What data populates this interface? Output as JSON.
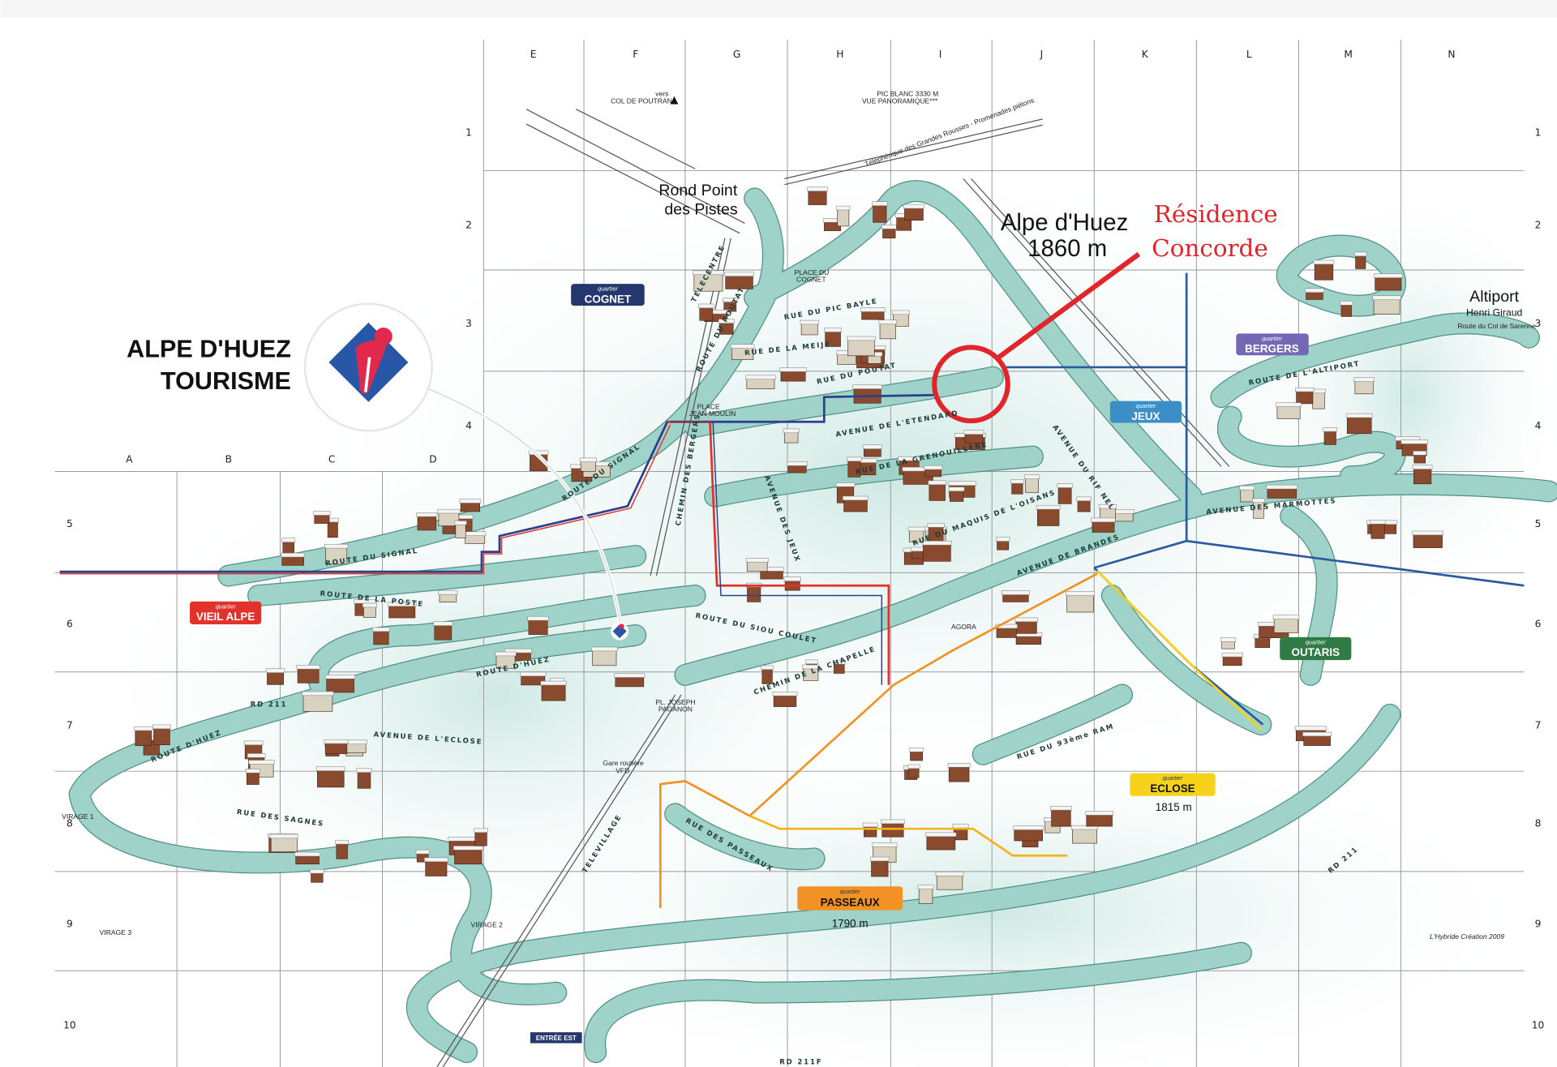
{
  "grid": {
    "columns_top": [
      "E",
      "F",
      "G",
      "H",
      "I",
      "J",
      "K",
      "L",
      "M",
      "N"
    ],
    "columns_left": [
      "A",
      "B",
      "C",
      "D"
    ],
    "rows": [
      "1",
      "2",
      "3",
      "4",
      "5",
      "6",
      "7",
      "8",
      "9",
      "10"
    ]
  },
  "title": {
    "brand_line1": "ALPE D'HUEZ",
    "brand_line2": "TOURISME",
    "resort_name": "Alpe d'Huez",
    "resort_altitude": "1860 m"
  },
  "highlight": {
    "label_line1": "Résidence",
    "label_line2": "Concorde",
    "color": "#e0262c"
  },
  "places": {
    "rond_point_line1": "Rond Point",
    "rond_point_line2": "des Pistes",
    "altiport_line1": "Altiport",
    "altiport_line2": "Henri Giraud",
    "col_sarenne": "Route du Col de Sarenne",
    "pic_blanc_line1": "PIC BLANC 3330 M",
    "pic_blanc_line2": "VUE PANORAMIQUE***",
    "poutran_line1": "vers",
    "poutran_line2": "COL DE POUTRAN",
    "telepherique": "Téléphérique des Grandes Rousses - Promenades piétons",
    "place_cognet_line1": "PLACE DU",
    "place_cognet_line2": "COGNET",
    "place_jean_moulin_line1": "PLACE",
    "place_jean_moulin_line2": "JEAN MOULIN",
    "pl_paganon_line1": "PL. JOSEPH",
    "pl_paganon_line2": "PAGANON",
    "gare_line1": "Gare routière",
    "gare_line2": "VFD",
    "agora": "AGORA",
    "virage1": "VIRAGE 1",
    "virage2": "VIRAGE 2",
    "virage3": "VIRAGE 3",
    "entree_est": "ENTRÉE EST",
    "eclose_alt": "1815 m",
    "passeaux_alt": "1790 m",
    "credit": "L'Hybride Création 2009"
  },
  "quartiers": [
    {
      "sub": "quartier",
      "name": "COGNET",
      "color": "#24386e"
    },
    {
      "sub": "quartier",
      "name": "VIEIL ALPE",
      "color": "#e2322b"
    },
    {
      "sub": "quartier",
      "name": "BERGERS",
      "color": "#7468b4"
    },
    {
      "sub": "quartier",
      "name": "JEUX",
      "color": "#3b8fc6"
    },
    {
      "sub": "quartier",
      "name": "OUTARIS",
      "color": "#2f7a45"
    },
    {
      "sub": "quartier",
      "name": "ECLOSE",
      "color": "#f7d21a"
    },
    {
      "sub": "quartier",
      "name": "PASSEAUX",
      "color": "#f39224"
    }
  ],
  "streets": {
    "route_signal": "ROUTE DU SIGNAL",
    "route_signal2": "ROUTE DU SIGNAL",
    "route_poste": "ROUTE DE LA POSTE",
    "route_huez": "ROUTE D'HUEZ",
    "route_huez2": "ROUTE D'HUEZ",
    "av_eclose": "AVENUE DE L'ECLOSE",
    "rue_sagnes": "RUE DES SAGNES",
    "rue_passeaux": "RUE DES PASSEAUX",
    "route_altiport": "ROUTE DE L'ALTIPORT",
    "av_marmottes": "AVENUE DES MARMOTTES",
    "av_brandes": "AVENUE DE BRANDES",
    "rue_93": "RUE DU 93ème RAM",
    "av_rif_nel": "AVENUE DU RIF NEL",
    "av_jeux": "AVENUE DES JEUX",
    "rue_grenouillere": "RUE DE LA GRENOUILLERE",
    "rue_maquis": "RUE DU MAQUIS DE L'OISANS",
    "av_etendard": "AVENUE DE L'ETENDARD",
    "rue_pourt": "RUE DU POUTAT",
    "rue_meije": "RUE DE LA MEIJE",
    "rue_pic_bayle": "RUE DU PIC BAYLE",
    "route_poutat": "ROUTE DU POUTAT",
    "chemin_chapelle": "CHEMIN DE LA CHAPELLE",
    "route_siou_coulet": "ROUTE DU SIOU COULET",
    "chemin_bergers": "CHEMIN DES BERGERS",
    "telecentre": "TELECENTRE",
    "televillage": "TELEVILLAGE",
    "rd211": "RD 211",
    "rd211b": "RD 211",
    "rd211f": "RD 211F"
  }
}
